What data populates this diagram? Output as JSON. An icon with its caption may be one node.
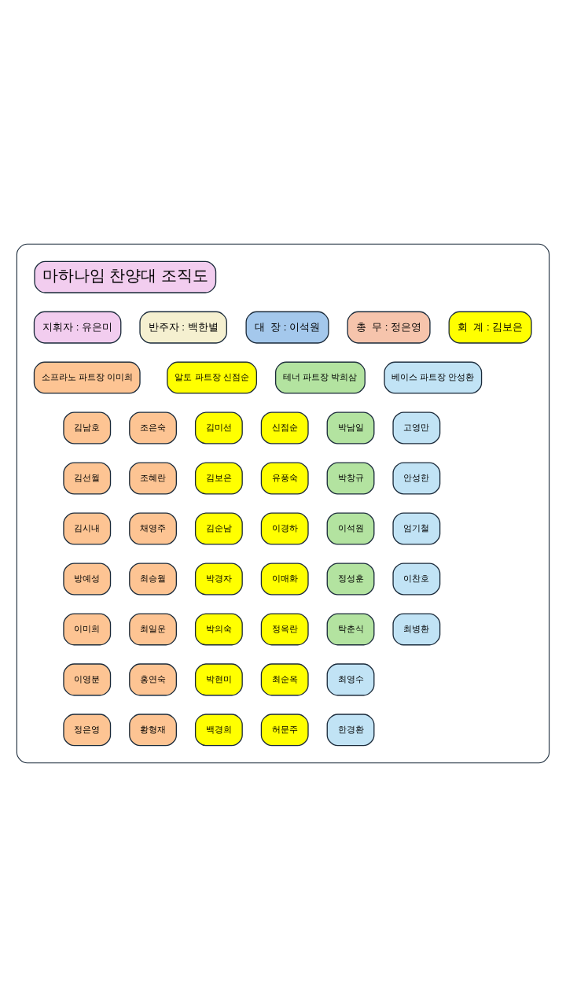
{
  "diagram": {
    "nodes": [
      {
        "text": [],
        "shape": "box"
      },
      {
        "text": [
          "마하나임 찬양대 조직도"
        ],
        "in": 0
      },
      {
        "text": [
          "지휘자 : 유은미"
        ],
        "in": 0
      },
      {
        "text": [
          "반주자 : 백한별"
        ],
        "in": 0
      },
      {
        "text": [
          "대  장 : 이석원"
        ],
        "in": 0
      },
      {
        "text": [
          "총  무 : 정은영"
        ],
        "in": 0
      },
      {
        "text": [
          "회  계 : 김보은"
        ],
        "in": 0
      },
      {
        "text": [
          "소프라노 파트장 이미희"
        ],
        "in": 0
      },
      {
        "text": [
          "김남호"
        ],
        "in": 0
      },
      {
        "text": [
          "조은숙"
        ],
        "in": 0
      },
      {
        "text": [
          "김선월"
        ],
        "in": 0
      },
      {
        "text": [
          "조혜란"
        ],
        "in": 0
      },
      {
        "text": [
          "김시내"
        ],
        "in": 0
      },
      {
        "text": [
          "채영주"
        ],
        "in": 0
      },
      {
        "text": [
          "방예성"
        ],
        "in": 0
      },
      {
        "text": [
          "최승월"
        ],
        "in": 0
      },
      {
        "text": [
          "이미희"
        ],
        "in": 0
      },
      {
        "text": [
          "최일운"
        ],
        "in": 0
      },
      {
        "text": [
          "이영분"
        ],
        "in": 0
      },
      {
        "text": [
          "홍연숙"
        ],
        "in": 0
      },
      {
        "text": [
          "정은영"
        ],
        "in": 0
      },
      {
        "text": [
          "황형재"
        ],
        "in": 0
      },
      {
        "text": [
          "알토 파트장 신점순"
        ],
        "in": 0
      },
      {
        "text": [
          "김미선"
        ],
        "in": 0
      },
      {
        "text": [
          "신점순"
        ],
        "in": 0
      },
      {
        "text": [
          "김보은"
        ],
        "in": 0
      },
      {
        "text": [
          "유풍숙"
        ],
        "in": 0
      },
      {
        "text": [
          "김순남"
        ],
        "in": 0
      },
      {
        "text": [
          "이경하"
        ],
        "in": 0
      },
      {
        "text": [
          "박경자"
        ],
        "in": 0
      },
      {
        "text": [
          "이매화"
        ],
        "in": 0
      },
      {
        "text": [
          "박의숙"
        ],
        "in": 0
      },
      {
        "text": [
          "정옥란"
        ],
        "in": 0
      },
      {
        "text": [
          "박현미"
        ],
        "in": 0
      },
      {
        "text": [
          "최순옥"
        ],
        "in": 0
      },
      {
        "text": [
          "백경희"
        ],
        "in": 0
      },
      {
        "text": [
          "허문주"
        ],
        "in": 0
      },
      {
        "text": [
          "테너 파트장 박희삼"
        ],
        "in": 0
      },
      {
        "text": [
          "박남일"
        ],
        "in": 0
      },
      {
        "text": [
          "박창규"
        ],
        "in": 0
      },
      {
        "text": [
          "이석원"
        ],
        "in": 0
      },
      {
        "text": [
          "정성훈"
        ],
        "in": 0
      },
      {
        "text": [
          "탁춘식"
        ],
        "in": 0
      },
      {
        "text": [
          "베이스 파트장 안성환"
        ],
        "in": 0
      },
      {
        "text": [
          "고영만"
        ],
        "in": 0
      },
      {
        "text": [
          "안성한"
        ],
        "in": 0
      },
      {
        "text": [
          "엄기철"
        ],
        "in": 0
      },
      {
        "text": [
          "이찬호"
        ],
        "in": 0
      },
      {
        "text": [
          "최병환"
        ],
        "in": 0
      },
      {
        "text": [
          "최영수"
        ],
        "in": 0
      },
      {
        "text": [
          "한경환"
        ],
        "in": 0
      }
    ],
    "edges": []
  }
}
